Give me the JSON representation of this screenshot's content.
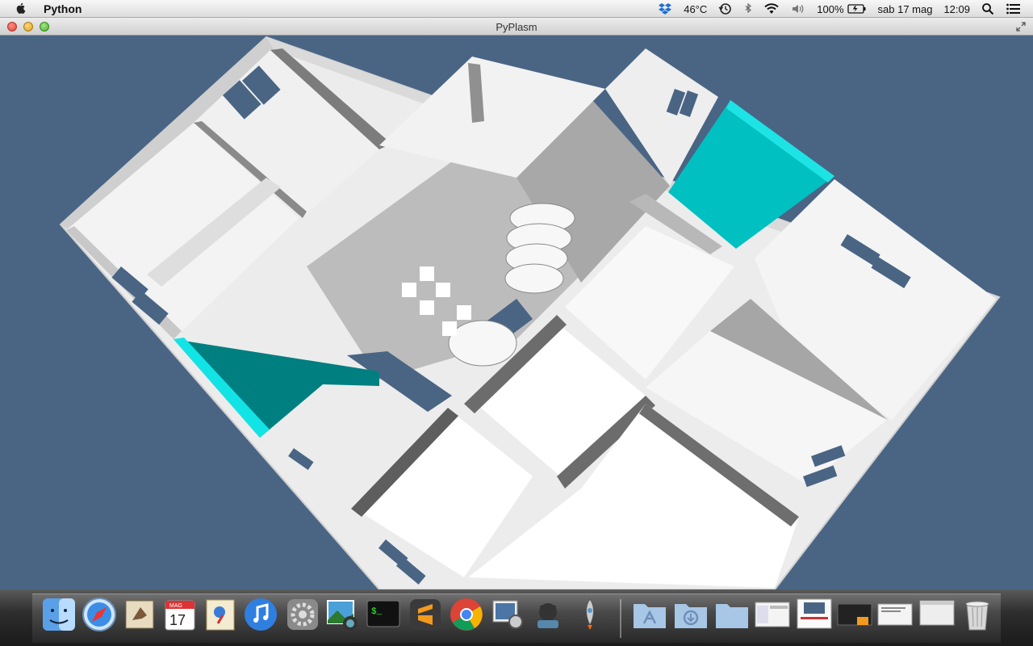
{
  "menubar": {
    "app_name": "Python",
    "status": {
      "temperature": "46°C",
      "battery": "100%",
      "date": "sab 17 mag",
      "time": "12:09"
    },
    "icons": [
      "apple-icon",
      "dropbox-icon",
      "time-machine-icon",
      "bluetooth-icon",
      "wifi-icon",
      "volume-icon",
      "battery-icon",
      "spotlight-icon",
      "notification-center-icon"
    ]
  },
  "window": {
    "title": "PyPlasm",
    "accent": {
      "cyan_panel": "#00c6c8",
      "teal_panel": "#007f80",
      "background": "#4a6584",
      "wall": "#e6e6e6"
    }
  },
  "dock": {
    "calendar_month": "MAG",
    "calendar_day": "17",
    "items": [
      "finder-icon",
      "safari-icon",
      "mail-icon",
      "calendar-icon",
      "contacts-icon",
      "itunes-icon",
      "system-preferences-icon",
      "iphoto-icon",
      "terminal-icon",
      "sublime-text-icon",
      "chrome-icon",
      "preview-icon",
      "github-icon",
      "rocket-icon",
      "applications-folder-icon",
      "downloads-folder-icon",
      "documents-folder-icon",
      "window-thumbnail-1",
      "window-thumbnail-2",
      "window-thumbnail-3",
      "window-thumbnail-4",
      "window-thumbnail-5",
      "window-thumbnail-6",
      "trash-icon"
    ]
  }
}
